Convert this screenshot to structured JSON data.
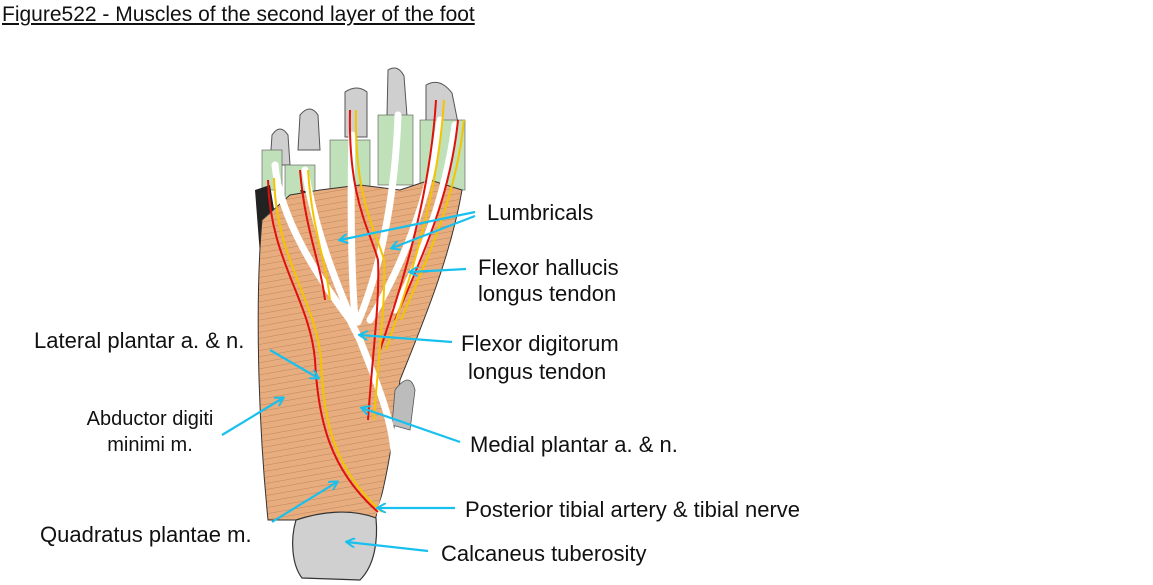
{
  "title": "Figure522 - Muscles of the second layer of the foot",
  "colors": {
    "muscle": "#e8ad7e",
    "bone": "#cfcfcf",
    "tendon": "#ffffff",
    "artery": "#e0100c",
    "nerve": "#f5c400",
    "arrow": "#18c0ee",
    "ligament": "#bfe0b8"
  },
  "labels": {
    "lumbricals": "Lumbricals",
    "fhl_1": "Flexor hallucis",
    "fhl_2": "longus tendon",
    "fdl_1": "Flexor digitorum",
    "fdl_2": "longus tendon",
    "lateral_plantar": "Lateral plantar a. & n.",
    "abductor_1": "Abductor digiti",
    "abductor_2": "minimi m.",
    "medial_plantar": "Medial plantar a. & n.",
    "posterior_tibial": "Posterior tibial artery & tibial nerve",
    "quadratus": "Quadratus plantae m.",
    "calcaneus": "Calcaneus tuberosity"
  }
}
